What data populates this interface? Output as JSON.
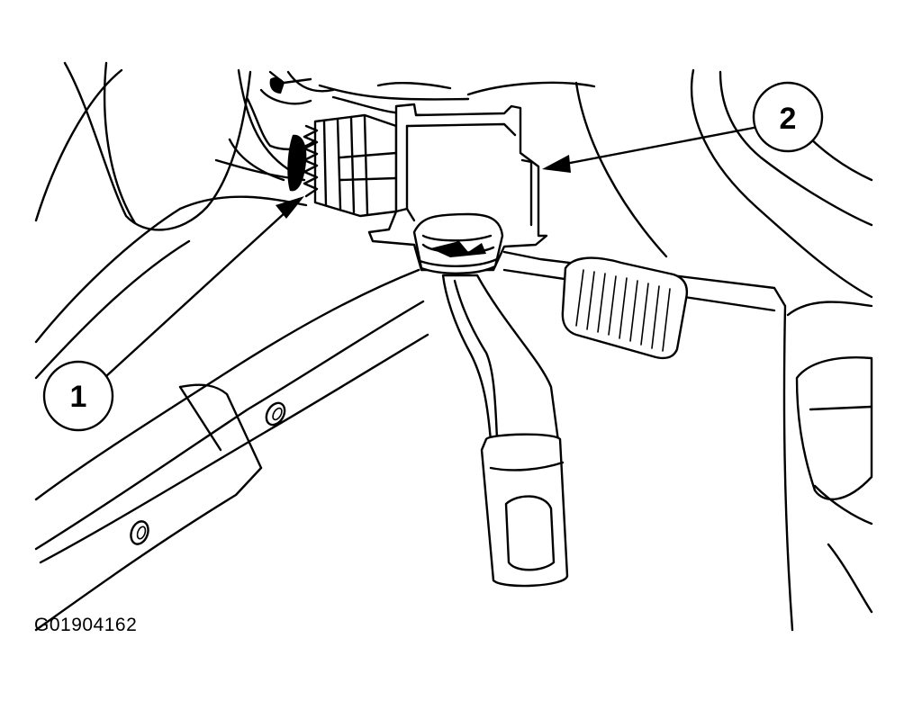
{
  "figure_id": "G01904162",
  "callouts": [
    {
      "number": "1"
    },
    {
      "number": "2"
    }
  ]
}
